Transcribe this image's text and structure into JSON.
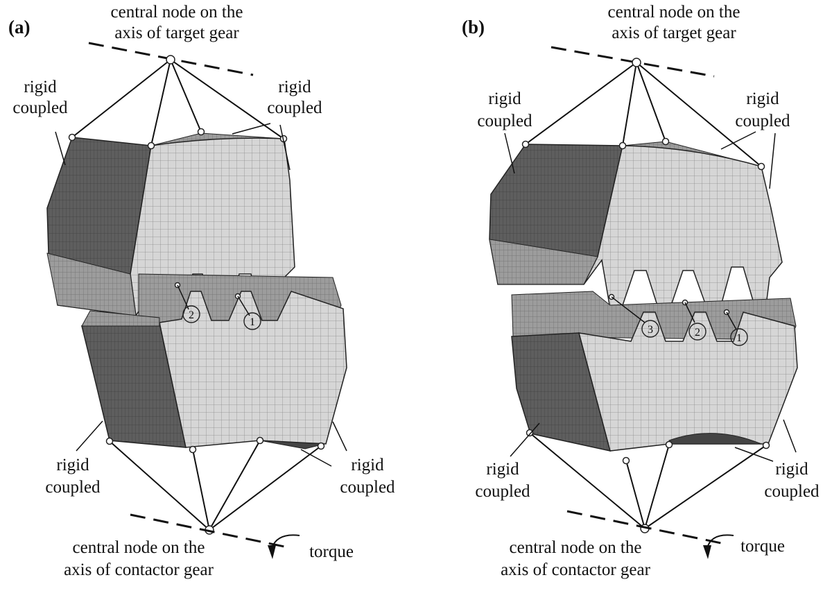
{
  "panels": [
    {
      "id": "a",
      "label": "(a)",
      "top_center_line1": "central node on the",
      "top_center_line2": "axis of target gear",
      "upper_left_line1": "rigid",
      "upper_left_line2": "coupled",
      "upper_right_line1": "rigid",
      "upper_right_line2": "coupled",
      "lower_left_line1": "rigid",
      "lower_left_line2": "coupled",
      "lower_right_line1": "rigid",
      "lower_right_line2": "coupled",
      "bottom_center_line1": "central node on the",
      "bottom_center_line2": "axis of contactor gear",
      "torque": "torque",
      "contact_points": [
        "2",
        "1"
      ]
    },
    {
      "id": "b",
      "label": "(b)",
      "top_center_line1": "central node on the",
      "top_center_line2": "axis of target gear",
      "upper_left_line1": "rigid",
      "upper_left_line2": "coupled",
      "upper_right_line1": "rigid",
      "upper_right_line2": "coupled",
      "lower_left_line1": "rigid",
      "lower_left_line2": "coupled",
      "lower_right_line1": "rigid",
      "lower_right_line2": "coupled",
      "bottom_center_line1": "central node on the",
      "bottom_center_line2": "axis of contactor gear",
      "torque": "torque",
      "contact_points": [
        "3",
        "2",
        "1"
      ]
    }
  ],
  "colors": {
    "mesh_light": "#d4d4d4",
    "mesh_dark": "#5a5a5a",
    "mesh_mid": "#9a9a9a",
    "grid_line": "#7a7a7a",
    "outline": "#222222"
  }
}
